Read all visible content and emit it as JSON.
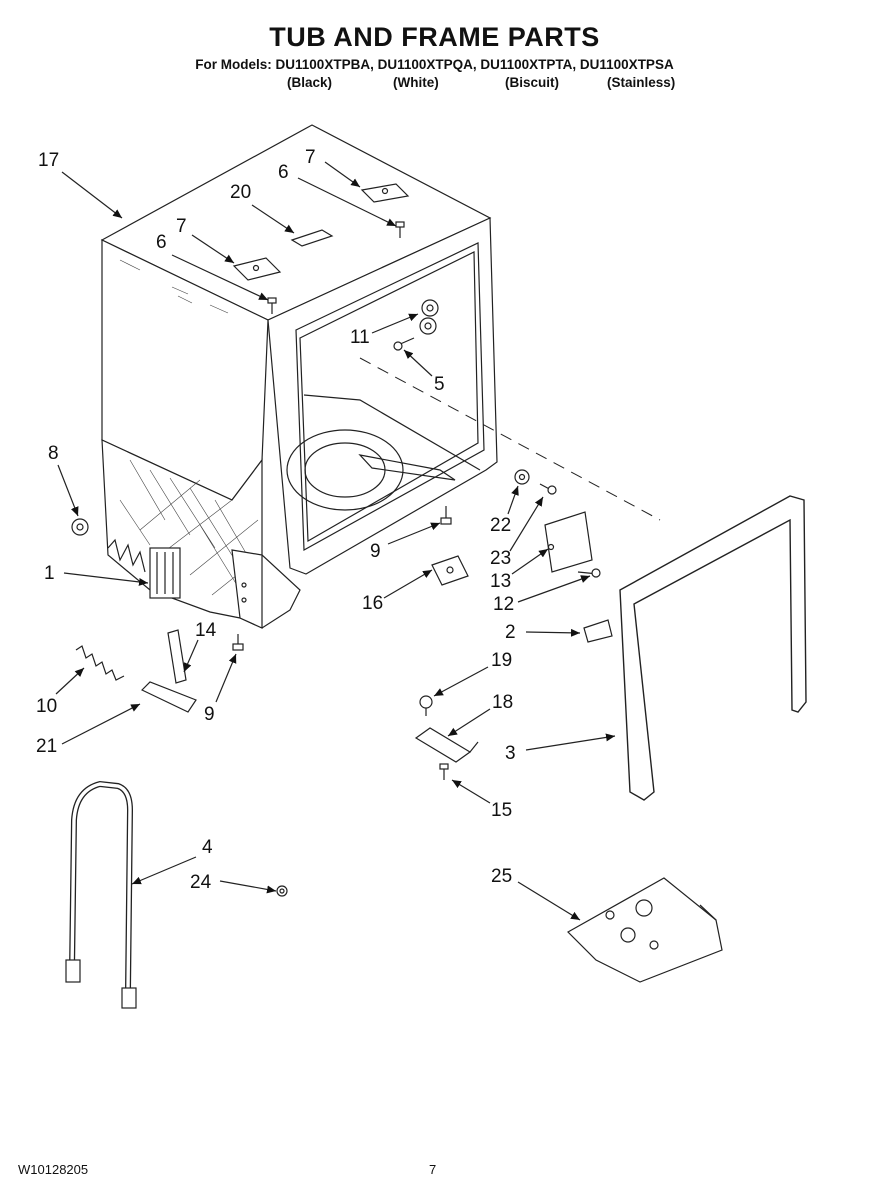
{
  "header": {
    "title": "TUB AND FRAME PARTS",
    "models_line": "For Models: DU1100XTPBA, DU1100XTPQA, DU1100XTPTA, DU1100XTPSA",
    "colors": [
      "(Black)",
      "(White)",
      "(Biscuit)",
      "(Stainless)"
    ]
  },
  "callouts": [
    "17",
    "7",
    "6",
    "20",
    "7",
    "6",
    "11",
    "5",
    "8",
    "22",
    "23",
    "13",
    "9",
    "1",
    "16",
    "12",
    "14",
    "2",
    "19",
    "10",
    "9",
    "21",
    "18",
    "3",
    "15",
    "4",
    "24",
    "25"
  ],
  "footer": {
    "doc_number": "W10128205",
    "page_number": "7"
  }
}
